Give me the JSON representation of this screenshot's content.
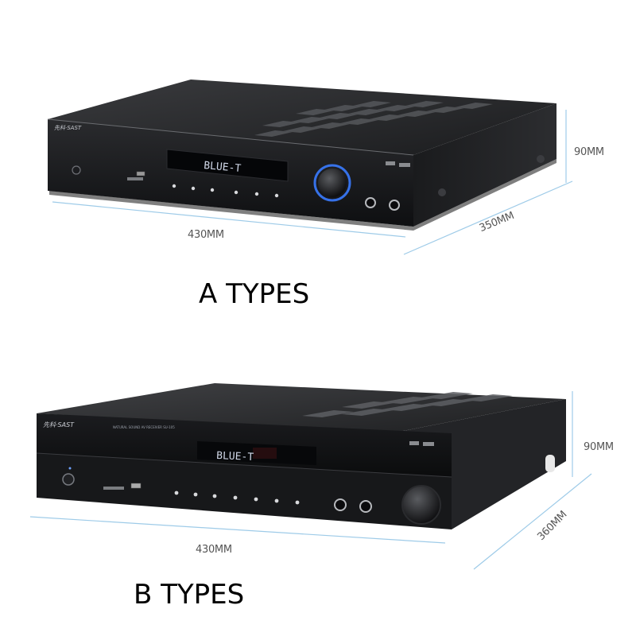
{
  "product_a": {
    "brand": "先科·SAST",
    "display_text": "BLUE-T",
    "type_label": "A TYPES",
    "width_label": "430MM",
    "depth_label": "350MM",
    "height_label": "90MM"
  },
  "product_b": {
    "brand": "先科·SAST",
    "model_text": "NATURAL SOUND AV RECEIVER SU-105",
    "display_text": "BLUE-T",
    "type_label": "B TYPES",
    "width_label": "430MM",
    "depth_label": "360MM",
    "height_label": "90MM"
  },
  "colors": {
    "dimension_line": "#9ecbe8",
    "chassis": "#111214",
    "display": "#c8d2ea",
    "knob_ring": "#3a7bff"
  }
}
